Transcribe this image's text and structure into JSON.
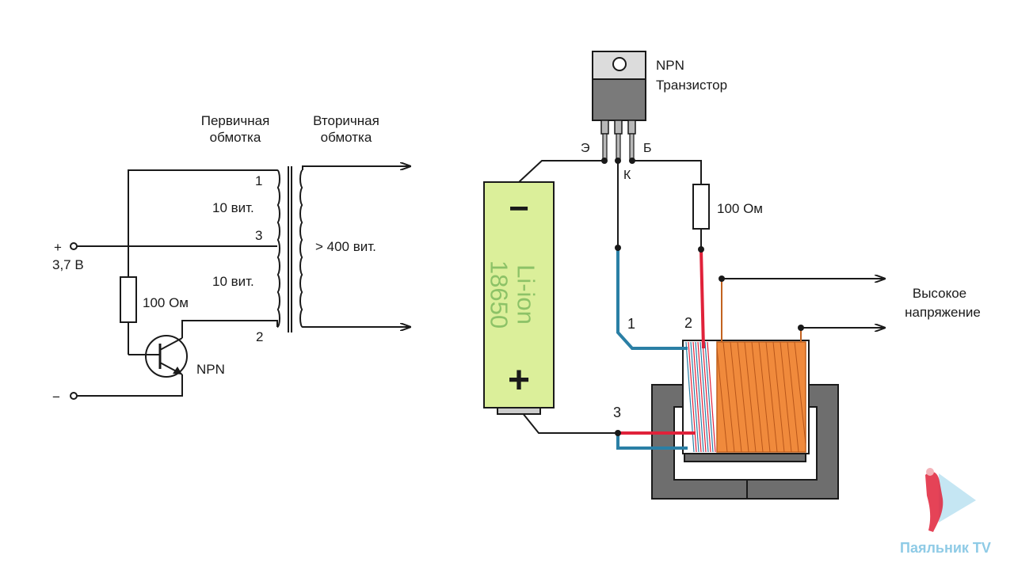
{
  "schematic": {
    "primary_winding_label": [
      "Первичная",
      "обмотка"
    ],
    "secondary_winding_label": [
      "Вторичная",
      "обмотка"
    ],
    "tap_1": "1",
    "tap_2": "2",
    "tap_3": "3",
    "primary_upper_turns": "10 вит.",
    "primary_lower_turns": "10 вит.",
    "secondary_turns": "> 400 вит.",
    "supply_plus": "+",
    "supply_minus": "−",
    "supply_voltage": "3,7 В",
    "resistor_label": "100 Ом",
    "transistor_label": "NPN"
  },
  "assembly": {
    "transistor_title": [
      "NPN",
      "Транзистор"
    ],
    "pin_emitter": "Э",
    "pin_collector": "К",
    "pin_base": "Б",
    "resistor_label": "100 Ом",
    "battery_minus": "−",
    "battery_plus": "+",
    "battery_text": [
      "Li-ion",
      "18650"
    ],
    "tap_1": "1",
    "tap_2": "2",
    "tap_3": "3",
    "output_label": [
      "Высокое",
      "напряжение"
    ]
  },
  "colors": {
    "battery_fill": "#dbef9a",
    "battery_text": "#8cc267",
    "coil_copper": "#f08a3c",
    "wire_blue": "#2a7fa5",
    "wire_red": "#e0223a",
    "core_grey": "#6e6e6e",
    "transistor_grey": "#7a7a7a"
  },
  "watermark": {
    "brand": "Паяльник TV"
  }
}
